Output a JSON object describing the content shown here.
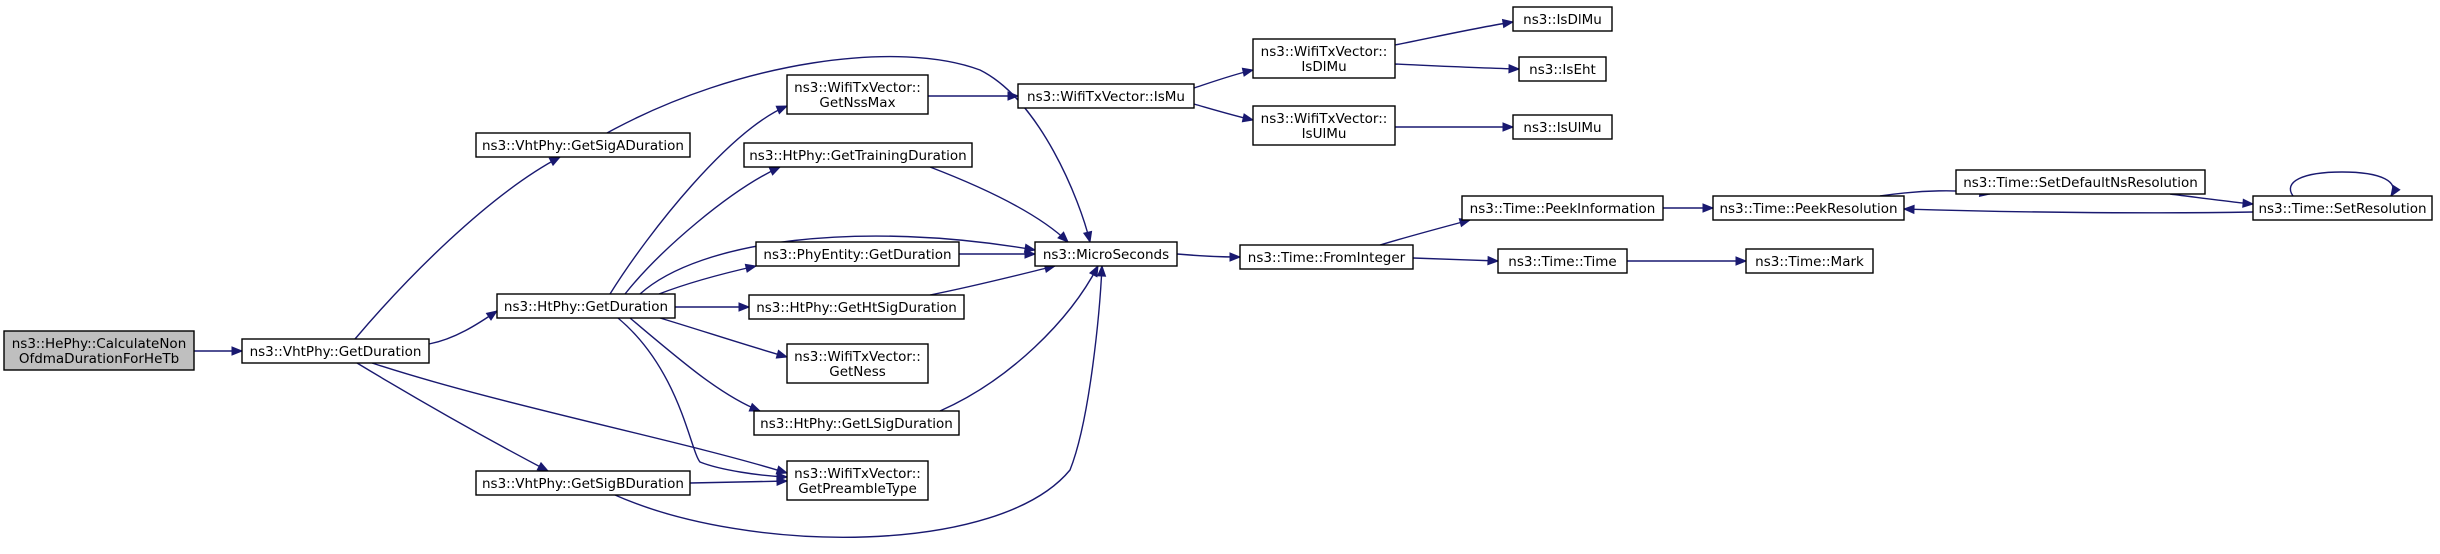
{
  "diagram": {
    "type": "call-graph",
    "colors": {
      "edge": "#191970",
      "node_border": "#000000",
      "root_fill": "#bfbfbf",
      "node_fill": "#ffffff"
    },
    "nodes": [
      {
        "id": "n0",
        "lines": [
          "ns3::HePhy::CalculateNon",
          "OfdmaDurationForHeTb"
        ],
        "root": true
      },
      {
        "id": "n1",
        "lines": [
          "ns3::VhtPhy::GetDuration"
        ]
      },
      {
        "id": "n2",
        "lines": [
          "ns3::VhtPhy::GetSigADuration"
        ]
      },
      {
        "id": "n3",
        "lines": [
          "ns3::HtPhy::GetDuration"
        ]
      },
      {
        "id": "n4",
        "lines": [
          "ns3::VhtPhy::GetSigBDuration"
        ]
      },
      {
        "id": "n5",
        "lines": [
          "ns3::WifiTxVector::",
          "GetNssMax"
        ]
      },
      {
        "id": "n6",
        "lines": [
          "ns3::HtPhy::GetTrainingDuration"
        ]
      },
      {
        "id": "n7",
        "lines": [
          "ns3::PhyEntity::GetDuration"
        ]
      },
      {
        "id": "n8",
        "lines": [
          "ns3::HtPhy::GetHtSigDuration"
        ]
      },
      {
        "id": "n9",
        "lines": [
          "ns3::WifiTxVector::",
          "GetNess"
        ]
      },
      {
        "id": "n10",
        "lines": [
          "ns3::HtPhy::GetLSigDuration"
        ]
      },
      {
        "id": "n11",
        "lines": [
          "ns3::WifiTxVector::",
          "GetPreambleType"
        ]
      },
      {
        "id": "n12",
        "lines": [
          "ns3::MicroSeconds"
        ]
      },
      {
        "id": "n13",
        "lines": [
          "ns3::WifiTxVector::IsMu"
        ]
      },
      {
        "id": "n14",
        "lines": [
          "ns3::WifiTxVector::",
          "IsDlMu"
        ]
      },
      {
        "id": "n15",
        "lines": [
          "ns3::WifiTxVector::",
          "IsUlMu"
        ]
      },
      {
        "id": "n16",
        "lines": [
          "ns3::IsDlMu"
        ]
      },
      {
        "id": "n17",
        "lines": [
          "ns3::IsEht"
        ]
      },
      {
        "id": "n18",
        "lines": [
          "ns3::IsUlMu"
        ]
      },
      {
        "id": "n19",
        "lines": [
          "ns3::Time::FromInteger"
        ]
      },
      {
        "id": "n20",
        "lines": [
          "ns3::Time::PeekInformation"
        ]
      },
      {
        "id": "n21",
        "lines": [
          "ns3::Time::Time"
        ]
      },
      {
        "id": "n22",
        "lines": [
          "ns3::Time::PeekResolution"
        ]
      },
      {
        "id": "n23",
        "lines": [
          "ns3::Time::Mark"
        ]
      },
      {
        "id": "n24",
        "lines": [
          "ns3::Time::SetDefaultNsResolution"
        ]
      },
      {
        "id": "n25",
        "lines": [
          "ns3::Time::SetResolution"
        ]
      }
    ],
    "edges": [
      {
        "from": "n0",
        "to": "n1"
      },
      {
        "from": "n1",
        "to": "n2"
      },
      {
        "from": "n1",
        "to": "n3"
      },
      {
        "from": "n1",
        "to": "n11"
      },
      {
        "from": "n1",
        "to": "n4"
      },
      {
        "from": "n2",
        "to": "n12"
      },
      {
        "from": "n3",
        "to": "n5"
      },
      {
        "from": "n3",
        "to": "n6"
      },
      {
        "from": "n3",
        "to": "n12"
      },
      {
        "from": "n3",
        "to": "n7"
      },
      {
        "from": "n3",
        "to": "n8"
      },
      {
        "from": "n3",
        "to": "n9"
      },
      {
        "from": "n3",
        "to": "n10"
      },
      {
        "from": "n3",
        "to": "n11"
      },
      {
        "from": "n4",
        "to": "n11"
      },
      {
        "from": "n4",
        "to": "n12"
      },
      {
        "from": "n5",
        "to": "n13"
      },
      {
        "from": "n6",
        "to": "n12"
      },
      {
        "from": "n7",
        "to": "n12"
      },
      {
        "from": "n8",
        "to": "n12"
      },
      {
        "from": "n10",
        "to": "n12"
      },
      {
        "from": "n12",
        "to": "n19"
      },
      {
        "from": "n13",
        "to": "n14"
      },
      {
        "from": "n13",
        "to": "n15"
      },
      {
        "from": "n14",
        "to": "n16"
      },
      {
        "from": "n14",
        "to": "n17"
      },
      {
        "from": "n15",
        "to": "n18"
      },
      {
        "from": "n19",
        "to": "n20"
      },
      {
        "from": "n19",
        "to": "n21"
      },
      {
        "from": "n20",
        "to": "n22"
      },
      {
        "from": "n21",
        "to": "n23"
      },
      {
        "from": "n22",
        "to": "n24"
      },
      {
        "from": "n24",
        "to": "n25"
      },
      {
        "from": "n25",
        "to": "n22"
      },
      {
        "from": "n25",
        "to": "n25"
      }
    ]
  }
}
